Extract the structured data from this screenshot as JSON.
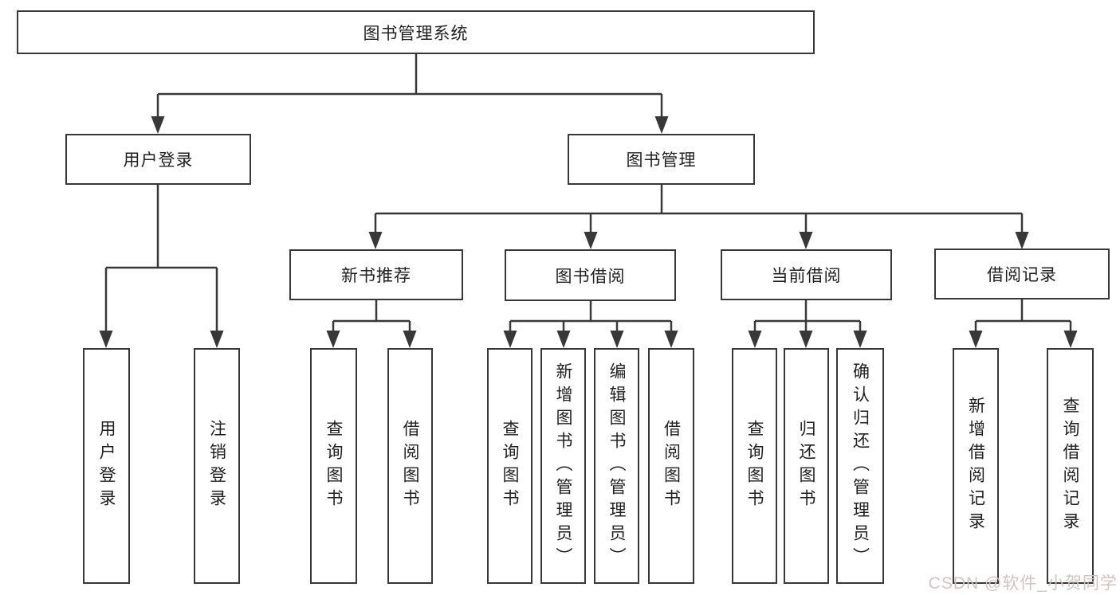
{
  "nodes": {
    "root": {
      "label": "图书管理系统"
    },
    "user_login": {
      "label": "用户登录"
    },
    "book_mgmt": {
      "label": "图书管理"
    },
    "new_book_rec": {
      "label": "新书推荐"
    },
    "book_borrow": {
      "label": "图书借阅"
    },
    "current_borrow": {
      "label": "当前借阅"
    },
    "borrow_record": {
      "label": "借阅记录"
    },
    "leaf_user_login": {
      "label": "用户登录"
    },
    "leaf_logout": {
      "label": "注销登录"
    },
    "leaf_query_book_rec": {
      "label": "查询图书"
    },
    "leaf_borrow_book_rec": {
      "label": "借阅图书"
    },
    "leaf_query_book_borrow": {
      "label": "查询图书"
    },
    "leaf_add_book": {
      "label": "新增图书（管理员）"
    },
    "leaf_edit_book": {
      "label": "编辑图书（管理员）"
    },
    "leaf_borrow_book_borrow": {
      "label": "借阅图书"
    },
    "leaf_query_book_current": {
      "label": "查询图书"
    },
    "leaf_return_book": {
      "label": "归还图书"
    },
    "leaf_confirm_return": {
      "label": "确认归还（管理员）"
    },
    "leaf_add_borrow_record": {
      "label": "新增借阅记录"
    },
    "leaf_query_borrow_record": {
      "label": "查询借阅记录"
    }
  },
  "hierarchy": {
    "图书管理系统": {
      "用户登录": [
        "用户登录",
        "注销登录"
      ],
      "图书管理": {
        "新书推荐": [
          "查询图书",
          "借阅图书"
        ],
        "图书借阅": [
          "查询图书",
          "新增图书（管理员）",
          "编辑图书（管理员）",
          "借阅图书"
        ],
        "当前借阅": [
          "查询图书",
          "归还图书",
          "确认归还（管理员）"
        ],
        "借阅记录": [
          "新增借阅记录",
          "查询借阅记录"
        ]
      }
    }
  },
  "watermark": {
    "text": "CSDN @软件_小贺同学"
  },
  "colors": {
    "line": "#383838",
    "box_border": "#383838",
    "box_bg": "#ffffff",
    "text": "#1f1f1f",
    "watermark": "#d0c1c1",
    "background": "#ffffff"
  }
}
